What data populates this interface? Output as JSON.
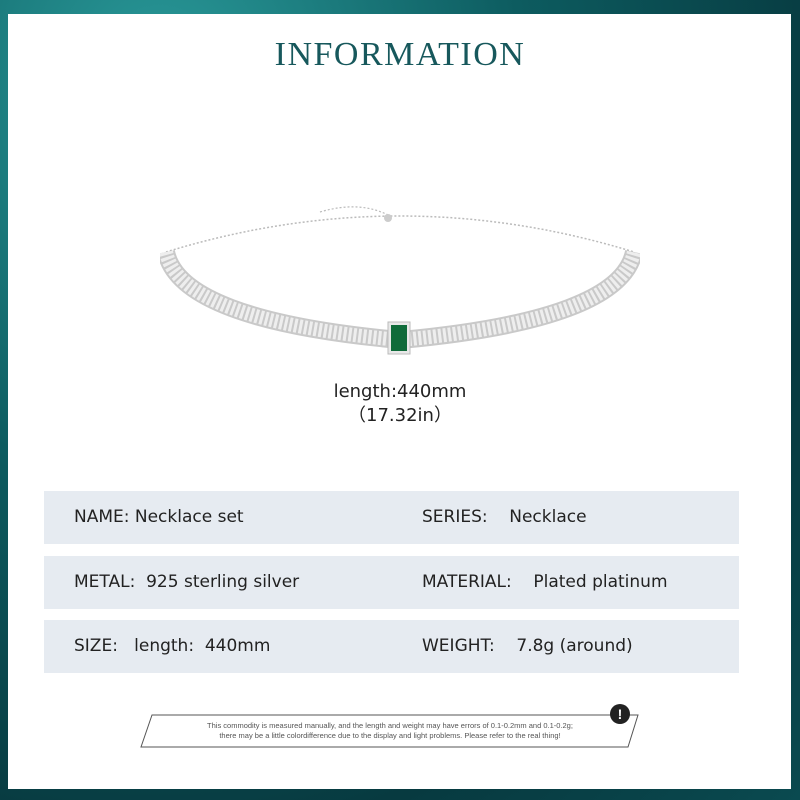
{
  "header": {
    "title": "INFORMATION"
  },
  "product": {
    "image": "silver-mesh-choker-necklace-with-emerald-stone",
    "stone_color": "#0f6b3a",
    "length_label": "length:440mm",
    "length_inches": "（17.32in）"
  },
  "specs": [
    {
      "left": "NAME: Necklace set",
      "right": "SERIES:    Necklace"
    },
    {
      "left": "METAL:  925 sterling silver",
      "right": "MATERIAL:    Plated platinum"
    },
    {
      "left": "SIZE:   length:  440mm",
      "right": "WEIGHT:    7.8g (around)"
    }
  ],
  "notice": {
    "icon": "exclamation-icon",
    "line1": "This commodity is measured manually, and the length and weight may have errors of 0.1-0.2mm and 0.1-0.2g;",
    "line2": "there may be a little colordifference due to the display and light problems. Please refer to the real thing!"
  },
  "colors": {
    "title": "#17585c",
    "row_bg": "#e6ebf1",
    "frame_bg": "#0d5c60"
  }
}
